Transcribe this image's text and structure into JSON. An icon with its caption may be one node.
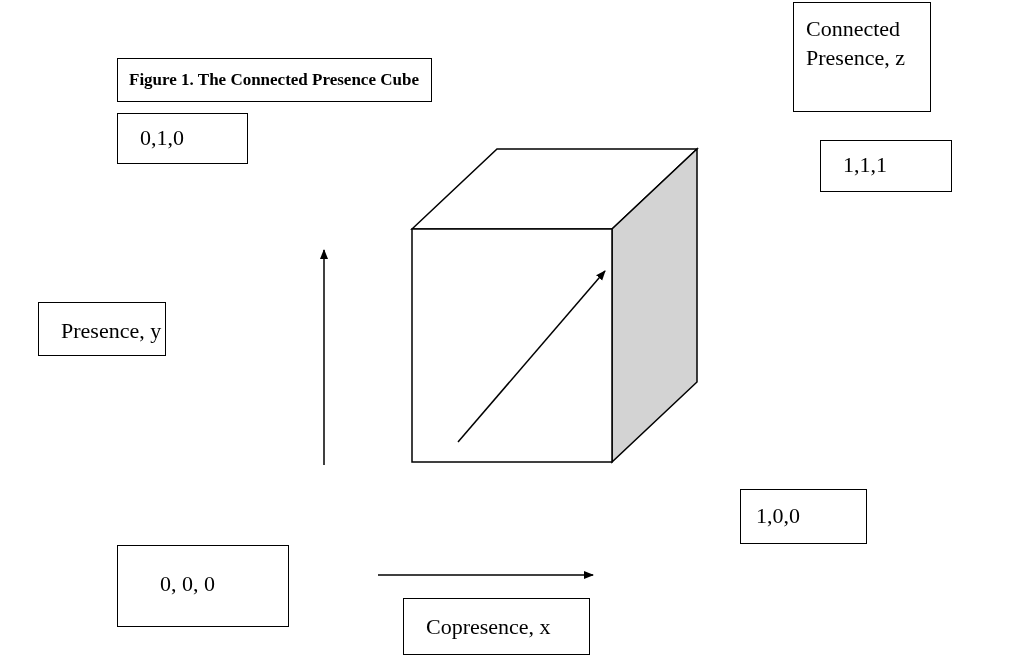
{
  "diagram": {
    "title": "Figure 1. The Connected Presence Cube",
    "nodes": [
      {
        "text": [
          "Connected Presence, z"
        ]
      },
      {
        "text": [
          "0,1,0"
        ]
      },
      {
        "text": [
          "1,1,1"
        ]
      },
      {
        "text": [
          "Presence, y"
        ]
      },
      {
        "text": [
          "1,0,0"
        ]
      },
      {
        "text": [
          "0, 0, 0"
        ]
      },
      {
        "text": [
          "Copresence, x"
        ]
      }
    ]
  }
}
